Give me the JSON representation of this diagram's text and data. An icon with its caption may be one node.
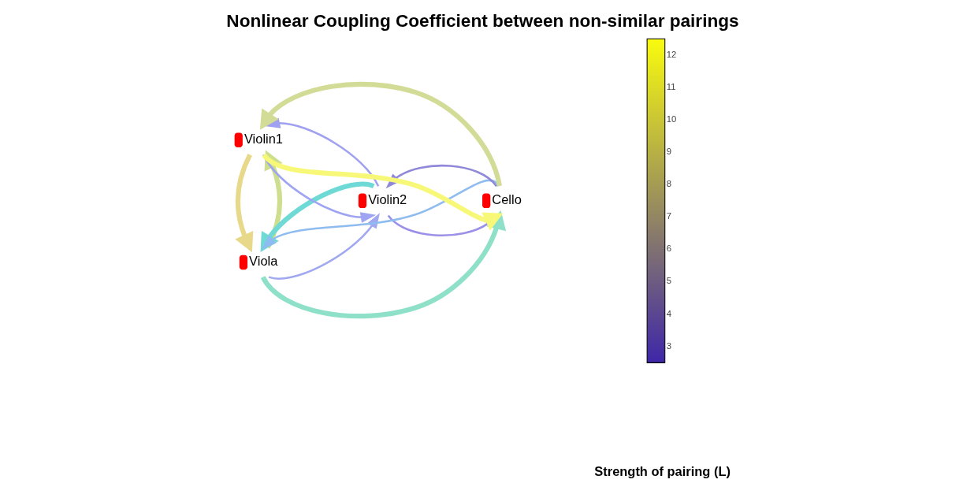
{
  "diagram": {
    "title": "Nonlinear Coupling Coefficient between non-similar pairings",
    "nodes": [
      {
        "text": [
          "Viola"
        ]
      },
      {
        "text": [
          "Violin2"
        ]
      },
      {
        "text": [
          "Cello"
        ]
      },
      {
        "text": [
          "Violin1"
        ]
      }
    ],
    "edges": [
      {
        "from": 0,
        "to": 1,
        "arrow": "to",
        "color": "#a0a8f0"
      },
      {
        "from": 1,
        "to": 0,
        "arrow": "to",
        "style": "thick",
        "color": "#6fd9d6"
      },
      {
        "from": 0,
        "to": 3,
        "arrow": "to",
        "style": "thick",
        "color": "#cddf8e"
      },
      {
        "from": 3,
        "to": 0,
        "arrow": "to",
        "style": "thick",
        "color": "#e8d88a"
      },
      {
        "from": 2,
        "to": 0,
        "arrow": "to",
        "color": "#8fbcf0"
      },
      {
        "from": 0,
        "to": 2,
        "arrow": "to",
        "style": "thick",
        "color": "#8fe0c8"
      },
      {
        "from": 1,
        "to": 2,
        "arrow": "to",
        "color": "#9a90e8"
      },
      {
        "from": 2,
        "to": 1,
        "arrow": "to",
        "color": "#9088d8"
      },
      {
        "from": 1,
        "to": 3,
        "arrow": "to",
        "color": "#a0a0f0"
      },
      {
        "from": 3,
        "to": 1,
        "arrow": "to",
        "color": "#9ea4f2"
      },
      {
        "from": 2,
        "to": 3,
        "arrow": "to",
        "style": "thick",
        "color": "#d2dc96"
      },
      {
        "from": 3,
        "to": 2,
        "arrow": "to",
        "style": "thick",
        "color": "#f8f878"
      }
    ],
    "labels": [
      "12",
      "11",
      "10",
      "9",
      "8",
      "7",
      "6",
      "5",
      "4",
      "3",
      "Strength of pairing (L)"
    ]
  }
}
